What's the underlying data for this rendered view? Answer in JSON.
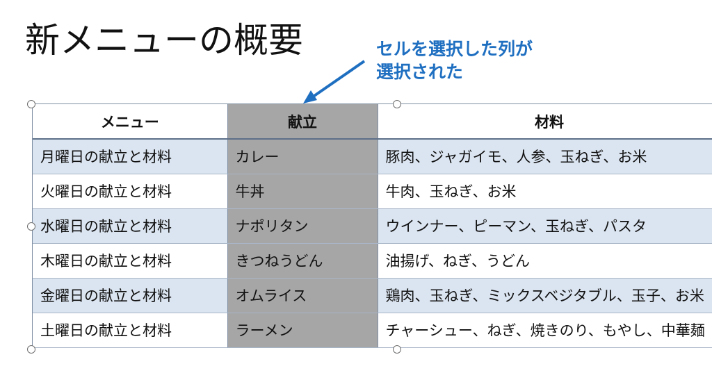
{
  "slide": {
    "title": "新メニューの概要",
    "callout": {
      "line1": "セルを選択した列が",
      "line2": "選択された",
      "color": "#1f6fc1"
    }
  },
  "table": {
    "headers": [
      "メニュー",
      "献立",
      "材料"
    ],
    "selected_column": 1,
    "rows": [
      [
        "月曜日の献立と材料",
        "カレー",
        "豚肉、ジャガイモ、人参、玉ねぎ、お米"
      ],
      [
        "火曜日の献立と材料",
        "牛丼",
        "牛肉、玉ねぎ、お米"
      ],
      [
        "水曜日の献立と材料",
        "ナポリタン",
        "ウインナー、ピーマン、玉ねぎ、パスタ"
      ],
      [
        "木曜日の献立と材料",
        "きつねうどん",
        "油揚げ、ねぎ、うどん"
      ],
      [
        "金曜日の献立と材料",
        "オムライス",
        "鶏肉、玉ねぎ、ミックスベジタブル、玉子、お米"
      ],
      [
        "土曜日の献立と材料",
        "ラーメン",
        "チャーシュー、ねぎ、焼きのり、もやし、中華麺"
      ]
    ],
    "colors": {
      "band": "#dbe5f1",
      "selected": "#a6a6a6",
      "border": "#7f8ea3"
    }
  }
}
